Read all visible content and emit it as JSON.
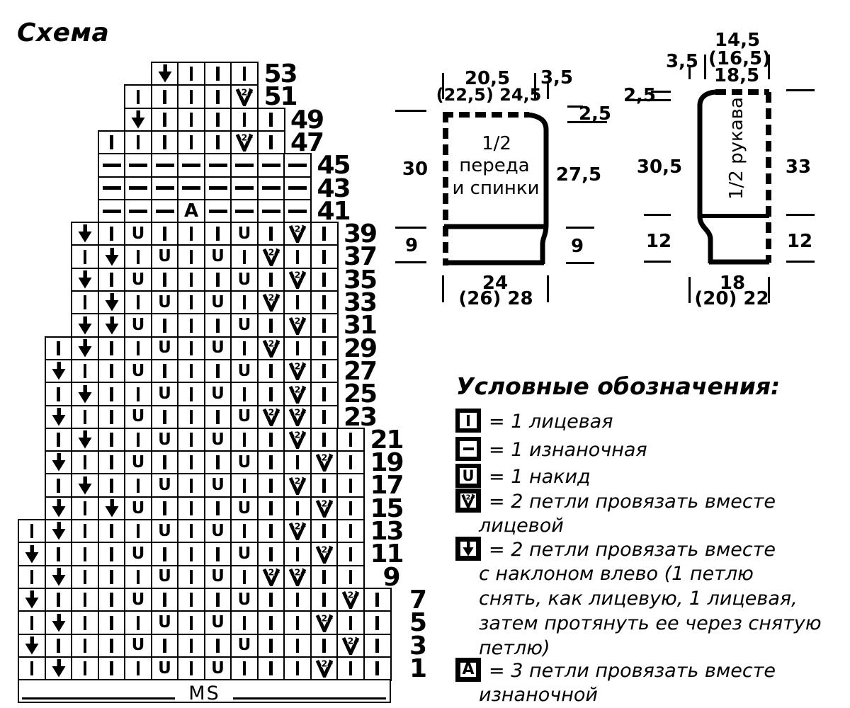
{
  "title": "Схема",
  "chart": {
    "ms_label": "MS",
    "rows": [
      {
        "num": "53",
        "offset": 5,
        "cells": [
          "skp",
          "k",
          "k",
          "k"
        ]
      },
      {
        "num": "51",
        "offset": 4,
        "cells": [
          "k",
          "k",
          "k",
          "k",
          "k2tog"
        ]
      },
      {
        "num": "49",
        "offset": 4,
        "cells": [
          "skp",
          "k",
          "k",
          "k",
          "k",
          "k"
        ]
      },
      {
        "num": "47",
        "offset": 3,
        "cells": [
          "k",
          "k",
          "k",
          "k",
          "k",
          "k2tog",
          "k"
        ]
      },
      {
        "num": "45",
        "offset": 3,
        "cells": [
          "p",
          "p",
          "p",
          "p",
          "p",
          "p",
          "p",
          "p"
        ]
      },
      {
        "num": "43",
        "offset": 3,
        "cells": [
          "p",
          "p",
          "p",
          "p",
          "p",
          "p",
          "p",
          "p"
        ]
      },
      {
        "num": "41",
        "offset": 3,
        "cells": [
          "p",
          "p",
          "p",
          "p3tog",
          "p",
          "p",
          "p",
          "p"
        ]
      },
      {
        "num": "39",
        "offset": 2,
        "cells": [
          "skp",
          "k",
          "yo",
          "k",
          "k",
          "k",
          "yo",
          "k",
          "k2tog",
          "k"
        ]
      },
      {
        "num": "37",
        "offset": 2,
        "cells": [
          "k",
          "skp",
          "k",
          "yo",
          "k",
          "yo",
          "k",
          "k2tog",
          "k",
          "k"
        ]
      },
      {
        "num": "35",
        "offset": 2,
        "cells": [
          "skp",
          "k",
          "yo",
          "k",
          "k",
          "k",
          "yo",
          "k",
          "k2tog",
          "k"
        ]
      },
      {
        "num": "33",
        "offset": 2,
        "cells": [
          "k",
          "skp",
          "k",
          "yo",
          "k",
          "yo",
          "k",
          "k2tog",
          "k",
          "k"
        ]
      },
      {
        "num": "31",
        "offset": 2,
        "cells": [
          "skp",
          "skp",
          "yo",
          "k",
          "k",
          "k",
          "yo",
          "k",
          "k2tog",
          "k"
        ]
      },
      {
        "num": "29",
        "offset": 1,
        "cells": [
          "k",
          "skp",
          "k",
          "k",
          "yo",
          "k",
          "yo",
          "k",
          "k2tog",
          "k",
          "k"
        ]
      },
      {
        "num": "27",
        "offset": 1,
        "cells": [
          "skp",
          "k",
          "k",
          "yo",
          "k",
          "k",
          "k",
          "yo",
          "k",
          "k2tog",
          "k"
        ]
      },
      {
        "num": "25",
        "offset": 1,
        "cells": [
          "k",
          "skp",
          "k",
          "k",
          "yo",
          "k",
          "yo",
          "k",
          "k",
          "k2tog",
          "k"
        ]
      },
      {
        "num": "23",
        "offset": 1,
        "cells": [
          "skp",
          "k",
          "k",
          "yo",
          "k",
          "k",
          "k",
          "yo",
          "k2tog",
          "k2tog",
          "k"
        ]
      },
      {
        "num": "21",
        "offset": 1,
        "cells": [
          "k",
          "skp",
          "k",
          "k",
          "yo",
          "k",
          "yo",
          "k",
          "k",
          "k2tog",
          "k",
          "k"
        ]
      },
      {
        "num": "19",
        "offset": 1,
        "cells": [
          "skp",
          "k",
          "k",
          "yo",
          "k",
          "k",
          "k",
          "yo",
          "k",
          "k",
          "k2tog",
          "k"
        ]
      },
      {
        "num": "17",
        "offset": 1,
        "cells": [
          "k",
          "skp",
          "k",
          "k",
          "yo",
          "k",
          "yo",
          "k",
          "k",
          "k2tog",
          "k",
          "k"
        ]
      },
      {
        "num": "15",
        "offset": 1,
        "cells": [
          "skp",
          "k",
          "skp",
          "yo",
          "k",
          "k",
          "k",
          "yo",
          "k",
          "k",
          "k2tog",
          "k"
        ]
      },
      {
        "num": "13",
        "offset": 0,
        "cells": [
          "k",
          "skp",
          "k",
          "k",
          "k",
          "yo",
          "k",
          "yo",
          "k",
          "k",
          "k2tog",
          "k",
          "k"
        ]
      },
      {
        "num": "11",
        "offset": 0,
        "cells": [
          "skp",
          "k",
          "k",
          "k",
          "yo",
          "k",
          "k",
          "k",
          "yo",
          "k",
          "k",
          "k2tog",
          "k"
        ]
      },
      {
        "num": "9",
        "offset": 0,
        "cells": [
          "k",
          "skp",
          "k",
          "k",
          "k",
          "yo",
          "k",
          "yo",
          "k",
          "k2tog",
          "k2tog",
          "k",
          "k"
        ]
      },
      {
        "num": "7",
        "offset": 0,
        "cells": [
          "skp",
          "k",
          "k",
          "k",
          "yo",
          "k",
          "k",
          "k",
          "yo",
          "k",
          "k",
          "k",
          "k2tog",
          "k"
        ]
      },
      {
        "num": "5",
        "offset": 0,
        "cells": [
          "k",
          "skp",
          "k",
          "k",
          "k",
          "yo",
          "k",
          "yo",
          "k",
          "k",
          "k",
          "k2tog",
          "k",
          "k"
        ]
      },
      {
        "num": "3",
        "offset": 0,
        "cells": [
          "skp",
          "k",
          "k",
          "k",
          "yo",
          "k",
          "k",
          "k",
          "yo",
          "k",
          "k",
          "k",
          "k2tog",
          "k"
        ]
      },
      {
        "num": "1",
        "offset": 0,
        "cells": [
          "k",
          "skp",
          "k",
          "k",
          "k",
          "yo",
          "k",
          "yo",
          "k",
          "k",
          "k",
          "k2tog",
          "k",
          "k"
        ]
      }
    ]
  },
  "body": {
    "label_line1": "1/2",
    "label_line2": "переда",
    "label_line3": "и спинки",
    "top_main": "20,5",
    "top_sub": "(22,5) 24,5",
    "top_right": "3,5",
    "neck": "2,5",
    "left_upper": "30",
    "left_lower": "9",
    "right_upper": "27,5",
    "right_lower": "9",
    "bottom_main": "24",
    "bottom_sub": "(26) 28"
  },
  "sleeve": {
    "label": "1/2 рукава",
    "top_left": "3,5",
    "top_main": "14,5",
    "top_sub1": "(16,5)",
    "top_sub2": "18,5",
    "cap": "2,5",
    "left_upper": "30,5",
    "left_lower": "12",
    "right_upper": "33",
    "right_lower": "12",
    "bottom_main": "18",
    "bottom_sub": "(20) 22"
  },
  "legend": {
    "title": "Условные обозначения:",
    "items": [
      {
        "symbol": "k",
        "text": "= 1 лицевая",
        "extra": []
      },
      {
        "symbol": "p",
        "text": "= 1 изнаночная",
        "extra": []
      },
      {
        "symbol": "yo",
        "text": "= 1 накид",
        "extra": []
      },
      {
        "symbol": "k2tog",
        "text": "= 2 петли провязать вместе",
        "extra": [
          "лицевой"
        ]
      },
      {
        "symbol": "skp",
        "text": "= 2 петли провязать вместе",
        "extra": [
          "с наклоном влево (1 петлю",
          "снять, как лицевую, 1 лицевая,",
          "затем протянуть ее через снятую",
          "петлю)"
        ]
      },
      {
        "symbol": "p3tog",
        "text": "= 3 петли провязать вместе",
        "extra": [
          "изнаночной"
        ]
      }
    ]
  }
}
